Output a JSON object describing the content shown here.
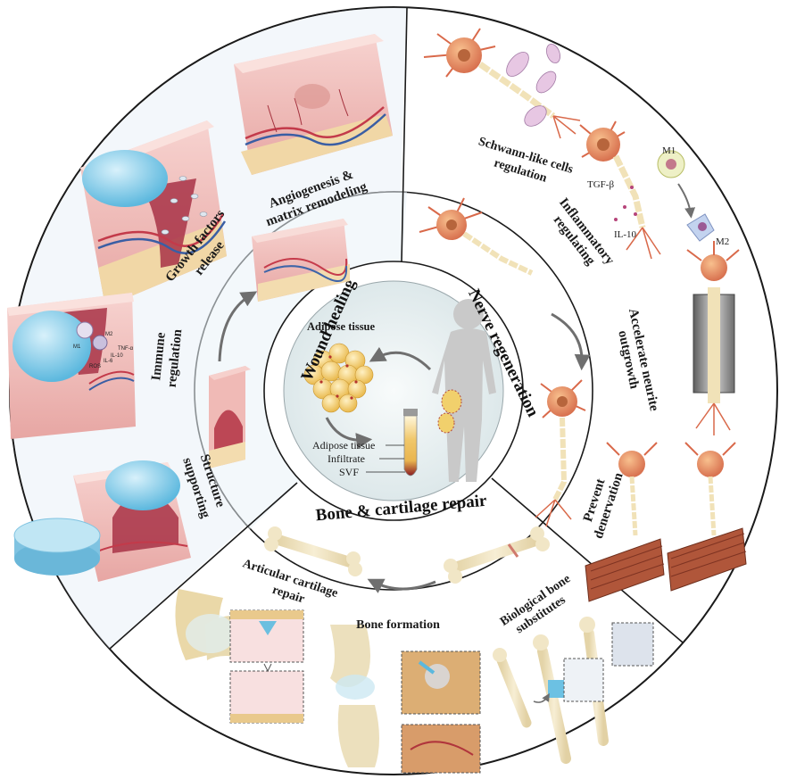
{
  "center": {
    "adipose_tissue": "Adipose tissue",
    "tube_labels": [
      "Adipose tissue",
      "Infiltrate",
      "SVF"
    ]
  },
  "ring_titles": {
    "wound": "Wound healing",
    "nerve": "Nerve regeneration",
    "bone": "Bone & cartilage repair"
  },
  "wound_labels": {
    "angiogenesis": [
      "Angiogenesis &",
      "matrix remodeling"
    ],
    "growth": [
      "Growth factors",
      "release"
    ],
    "immune": [
      "Immune",
      "regulation"
    ],
    "structure": [
      "Structure",
      "supporting"
    ],
    "mini_labels": [
      "M1",
      "M2",
      "ROS",
      "IL-6",
      "IL-10",
      "TNF-α"
    ]
  },
  "nerve_labels": {
    "schwann": [
      "Schwann-like cells",
      "regulation"
    ],
    "inflam": [
      "Inflammatory",
      "regulating"
    ],
    "neurite": [
      "Accelerate neurite",
      "outgrowth"
    ],
    "denervation": [
      "Prevent",
      "denervation"
    ],
    "m1": "M1",
    "m2": "M2",
    "tgf": "TGF-β",
    "il10": "IL-10"
  },
  "bone_labels": {
    "articular": [
      "Articular cartilage",
      "repair"
    ],
    "formation": "Bone formation",
    "substitutes": [
      "Biological bone",
      "substitutes"
    ]
  },
  "colors": {
    "ring": "#1a1a1a",
    "skin": "#f3c4c2",
    "dermis": "#e9a8a6",
    "wound": "#b33a4a",
    "hydrogel": "#7ac8e6",
    "neuron": "#e98b6d",
    "axon": "#f6e3b4",
    "fat": "#f3cf72",
    "bone": "#efe3c0",
    "muscle": "#b0563a",
    "inner_bg": "#eef4f6"
  }
}
